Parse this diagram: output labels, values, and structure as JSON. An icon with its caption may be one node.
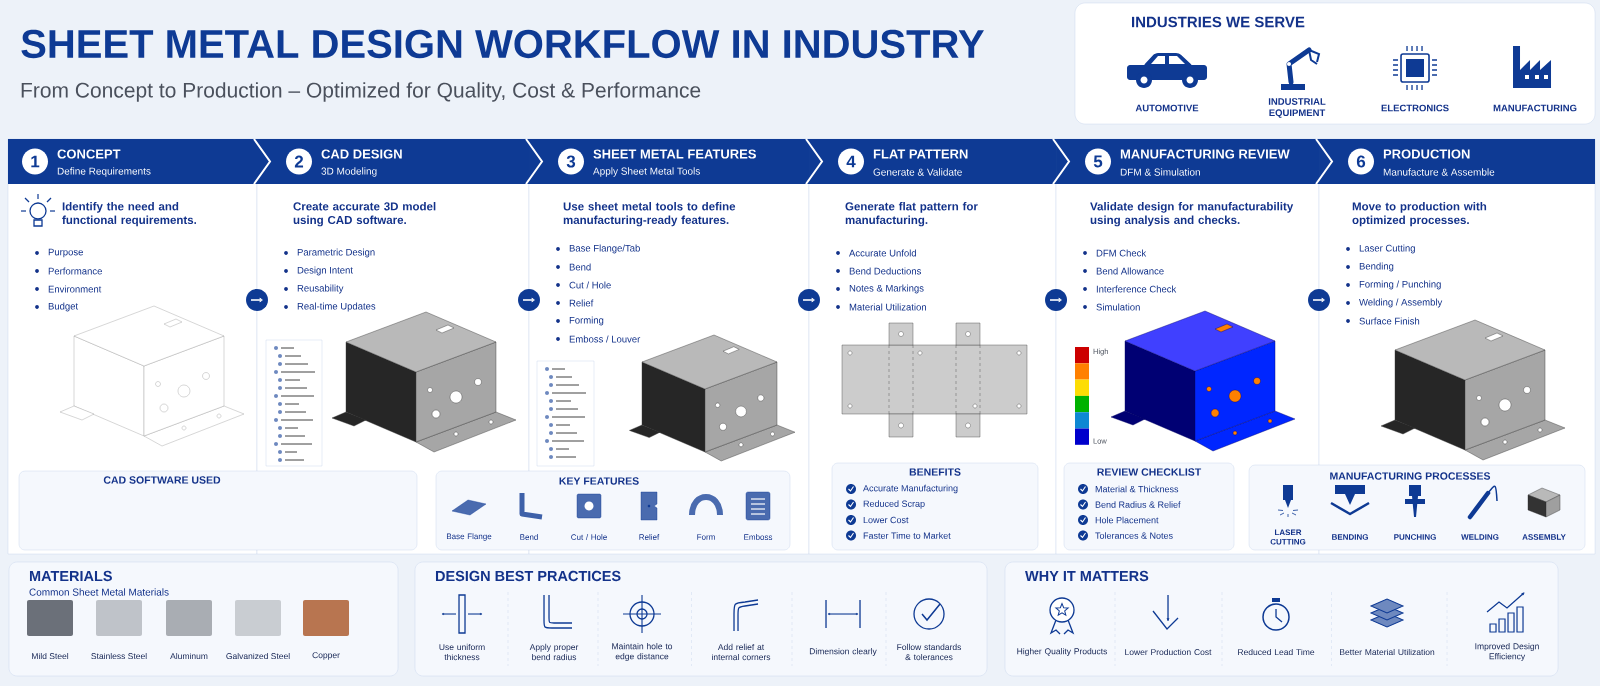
{
  "diagram": {
    "title": "SHEET METAL DESIGN WORKFLOW IN INDUSTRY",
    "nodes": [
      {
        "text": [
          "INDUSTRIES WE SERVE",
          "AUTOMOTIVE",
          "INDUSTRIAL EQUIPMENT",
          "ELECTRONICS",
          "MANUFACTURING"
        ]
      },
      {
        "text": [
          "Identify the need and functional requirements.",
          "Purpose",
          "Performance",
          "Environment",
          "Budget"
        ]
      },
      {
        "text": [
          "1",
          "CONCEPT",
          "Define Requirements"
        ],
        "in": 1
      },
      {
        "text": [
          "Create accurate 3D model using CAD software.",
          "Parametric Design",
          "Design Intent",
          "Reusability",
          "Real-time Updates"
        ]
      },
      {
        "text": [
          "2",
          "CAD DESIGN",
          "3D Modeling"
        ],
        "in": 3
      },
      {
        "text": [
          "Use sheet metal tools to define manufacturing-ready features.",
          "Base Flange/Tab",
          "Bend",
          "Cut / Hole",
          "Relief",
          "Forming",
          "Emboss / Louver"
        ]
      },
      {
        "text": [
          "3",
          "SHEET METAL FEATURES",
          "Apply Sheet Metal Tools"
        ],
        "in": 5
      },
      {
        "text": [
          "Generate flat pattern for manufacturing.",
          "Accurate Unfold",
          "Bend Deductions",
          "Notes & Markings",
          "Material Utilization"
        ]
      },
      {
        "text": [
          "4",
          "FLAT PATTERN",
          "Generate & Validate"
        ],
        "in": 7
      },
      {
        "text": [
          "BENEFITS",
          "Accurate Manufacturing",
          "Reduced Scrap",
          "Lower Cost",
          "Faster Time to Market"
        ],
        "in": 7
      },
      {
        "text": [
          "Validate design for manufacturability using analysis and checks.",
          "DFM Check",
          "Bend Allowance",
          "Interference Check",
          "Simulation"
        ]
      },
      {
        "text": [
          "5",
          "MANUFACTURING REVIEW",
          "DFM & Simulation"
        ],
        "in": 10
      },
      {
        "text": [
          "REVIEW CHECKLIST",
          "Material & Thickness",
          "Bend Radius & Relief",
          "Hole Placement",
          "Tolerances & Notes"
        ],
        "in": 10
      },
      {
        "text": [
          "Move to production with optimized processes.",
          "Laser Cutting",
          "Bending",
          "Forming / Punching",
          "Welding / Assembly",
          "Surface Finish"
        ]
      },
      {
        "text": [
          "6",
          "PRODUCTION",
          "Manufacture & Assemble"
        ],
        "in": 13
      },
      {
        "text": [
          "CAD SOFTWARE USED"
        ]
      },
      {
        "text": [
          "KEY FEATURES",
          "Base Flange",
          "Bend",
          "Cut / Hole",
          "Relief",
          "Form",
          "Emboss"
        ]
      },
      {
        "text": [
          "MANUFACTURING PROCESSES",
          "LASER CUTTING",
          "BENDING",
          "PUNCHING",
          "WELDING",
          "ASSEMBLY"
        ]
      },
      {
        "text": [
          "MATERIALS",
          "Common Sheet Metal Materials",
          "Mild Steel",
          "Stainless Steel",
          "Aluminum",
          "Galvanized Steel",
          "Copper"
        ]
      },
      {
        "text": [
          "DESIGN BEST PRACTICES",
          "Use uniform thickness",
          "Apply proper bend radius",
          "Maintain hole to edge distance",
          "Add relief at internal corners",
          "Dimension clearly",
          "Follow standards & tolerances"
        ]
      },
      {
        "text": [
          "WHY IT MATTERS",
          "Higher Quality Products",
          "Lower Production Cost",
          "Reduced Lead Time",
          "Better Material Utilization",
          "Improved Design Efficiency"
        ]
      }
    ],
    "edges": [
      {
        "from": 1,
        "to": 3,
        "arrow": "to"
      },
      {
        "from": 3,
        "to": 5,
        "arrow": "to"
      },
      {
        "from": 5,
        "to": 7,
        "arrow": "to"
      },
      {
        "from": 7,
        "to": 10,
        "arrow": "to"
      },
      {
        "from": 10,
        "to": 13,
        "arrow": "to"
      }
    ],
    "labels": [
      "From Concept to Production – Optimized for Quality, Cost & Performance",
      "High",
      "Low"
    ]
  }
}
